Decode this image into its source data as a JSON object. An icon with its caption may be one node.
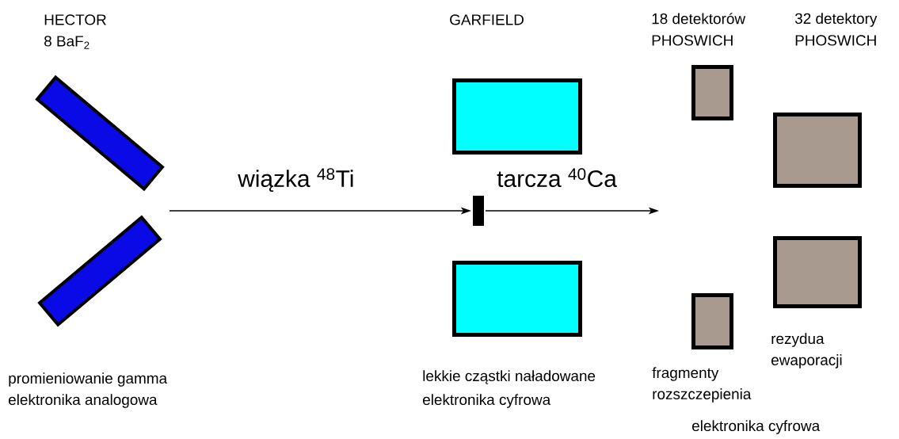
{
  "diagram": {
    "nodes": [
      {
        "text": [],
        "shape": "box"
      },
      {
        "text": [],
        "shape": "box"
      },
      {
        "text": [],
        "shape": "box"
      },
      {
        "text": [],
        "shape": "bar",
        "beside": [
          "tarcza $^{40}$Ca"
        ]
      },
      {
        "text": [],
        "shape": "box"
      },
      {
        "text": [],
        "shape": "box"
      },
      {
        "text": [],
        "shape": "box"
      },
      {
        "text": [],
        "shape": "box"
      },
      {
        "text": [],
        "shape": "box"
      }
    ],
    "edges": [
      {
        "from": null,
        "to": 3,
        "arrow": "to",
        "label": "wiązka $^{48}$Ti"
      },
      {
        "from": 3,
        "to": null,
        "arrow": "to"
      }
    ],
    "labels": [
      "HECTOR",
      "8 BaF$_{2}$",
      "GARFIELD",
      "18 detektorów",
      "PHOSWICH",
      "32 detektory",
      "PHOSWICH",
      "rezydua ewaporacji",
      "promieniowanie gamma",
      "elektronika analogowa",
      "lekkie cząstki naładowane",
      "elektronika cyfrowa",
      "fragmenty rozszczepienia",
      "elektronika cyfrowa"
    ]
  }
}
